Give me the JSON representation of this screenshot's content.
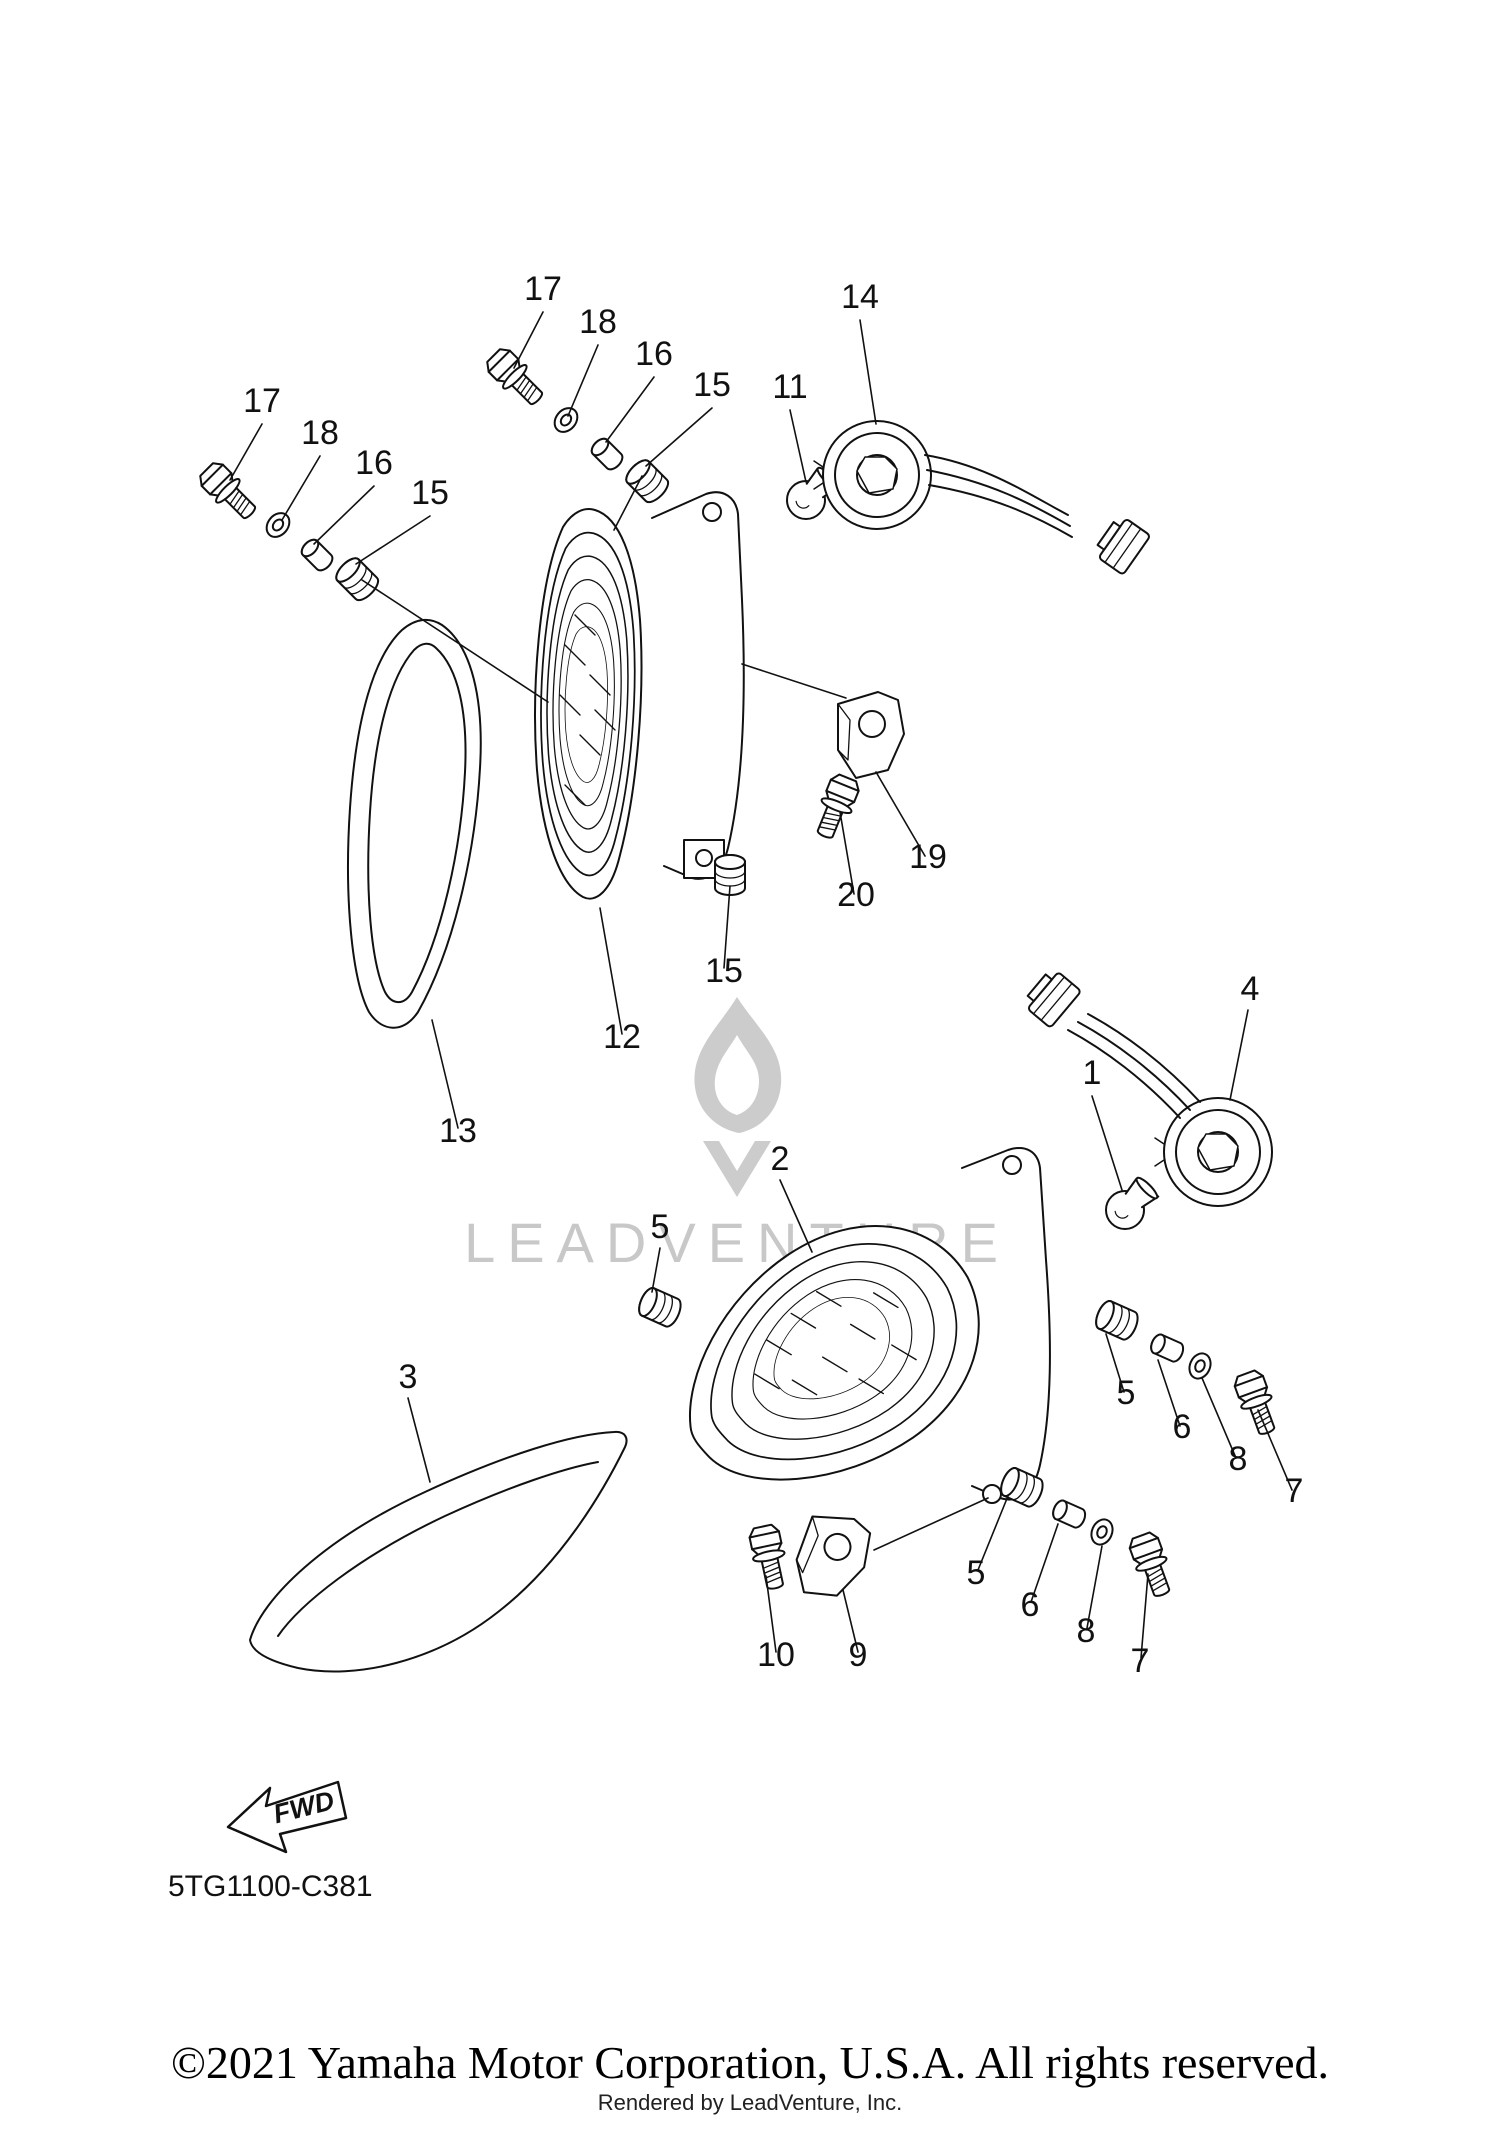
{
  "watermark": {
    "text": "LEADVENTURE",
    "flame_icon": "leadventure-flame-icon",
    "color": "#c8c8c8"
  },
  "footer": {
    "diagram_code": "5TG1100-C381",
    "fwd_label": "FWD",
    "copyright": "©2021 Yamaha Motor Corporation, U.S.A. All rights reserved.",
    "rendered_by": "Rendered by LeadVenture, Inc."
  },
  "colors": {
    "line": "#111111",
    "background": "#ffffff",
    "watermark": "#c8c8c8"
  },
  "callouts": [
    {
      "label": "17"
    },
    {
      "label": "18"
    },
    {
      "label": "16"
    },
    {
      "label": "15"
    },
    {
      "label": "14"
    },
    {
      "label": "11"
    },
    {
      "label": "17"
    },
    {
      "label": "18"
    },
    {
      "label": "16"
    },
    {
      "label": "15"
    },
    {
      "label": "19"
    },
    {
      "label": "20"
    },
    {
      "label": "15"
    },
    {
      "label": "12"
    },
    {
      "label": "13"
    },
    {
      "label": "4"
    },
    {
      "label": "1"
    },
    {
      "label": "2"
    },
    {
      "label": "5"
    },
    {
      "label": "3"
    },
    {
      "label": "5"
    },
    {
      "label": "6"
    },
    {
      "label": "8"
    },
    {
      "label": "7"
    },
    {
      "label": "5"
    },
    {
      "label": "6"
    },
    {
      "label": "8"
    },
    {
      "label": "7"
    },
    {
      "label": "10"
    },
    {
      "label": "9"
    }
  ]
}
